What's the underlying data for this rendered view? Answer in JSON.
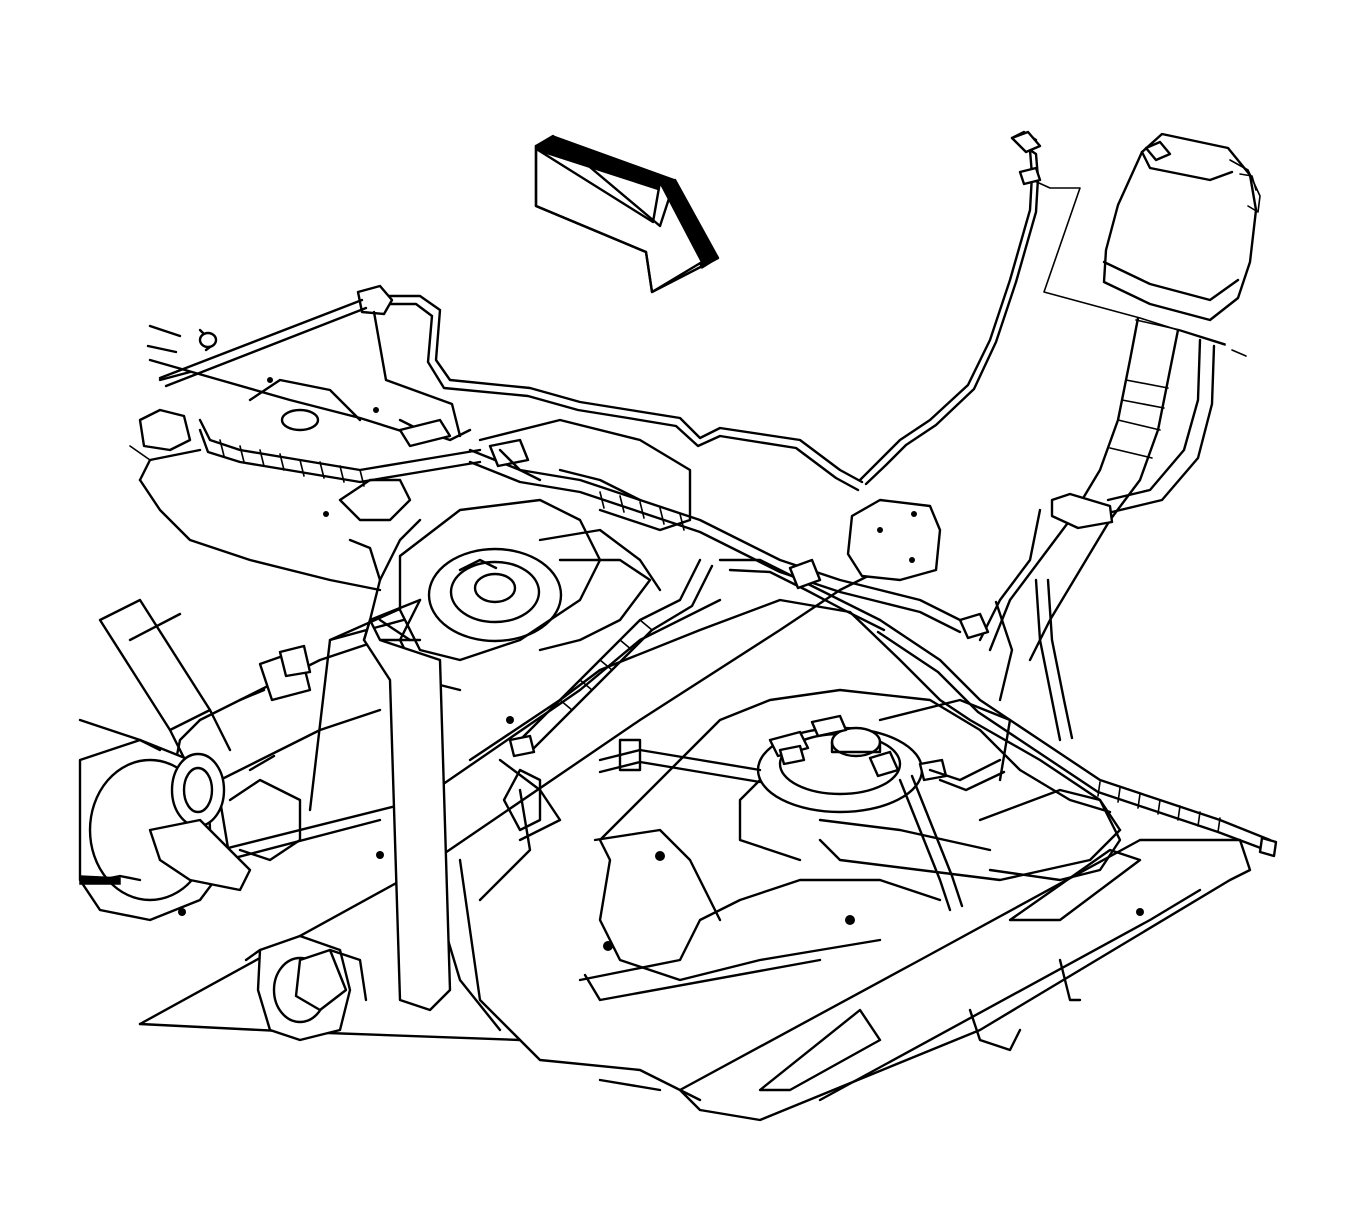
{
  "diagram": {
    "type": "technical-line-illustration",
    "colors": {
      "ink": "#000000",
      "paper": "#ffffff"
    },
    "components": [
      "direction-arrow",
      "fuel-tank",
      "fuel-pump-module",
      "fuel-filler-neck",
      "fuel-tank-filler-pipe-housing",
      "evap-vent-line",
      "wiring-harness",
      "frame-rail",
      "frame-crossmember",
      "rear-axle",
      "differential",
      "shock-absorber",
      "leaf-spring-mount",
      "spare-tire-carrier",
      "wire-lead-connector"
    ]
  }
}
